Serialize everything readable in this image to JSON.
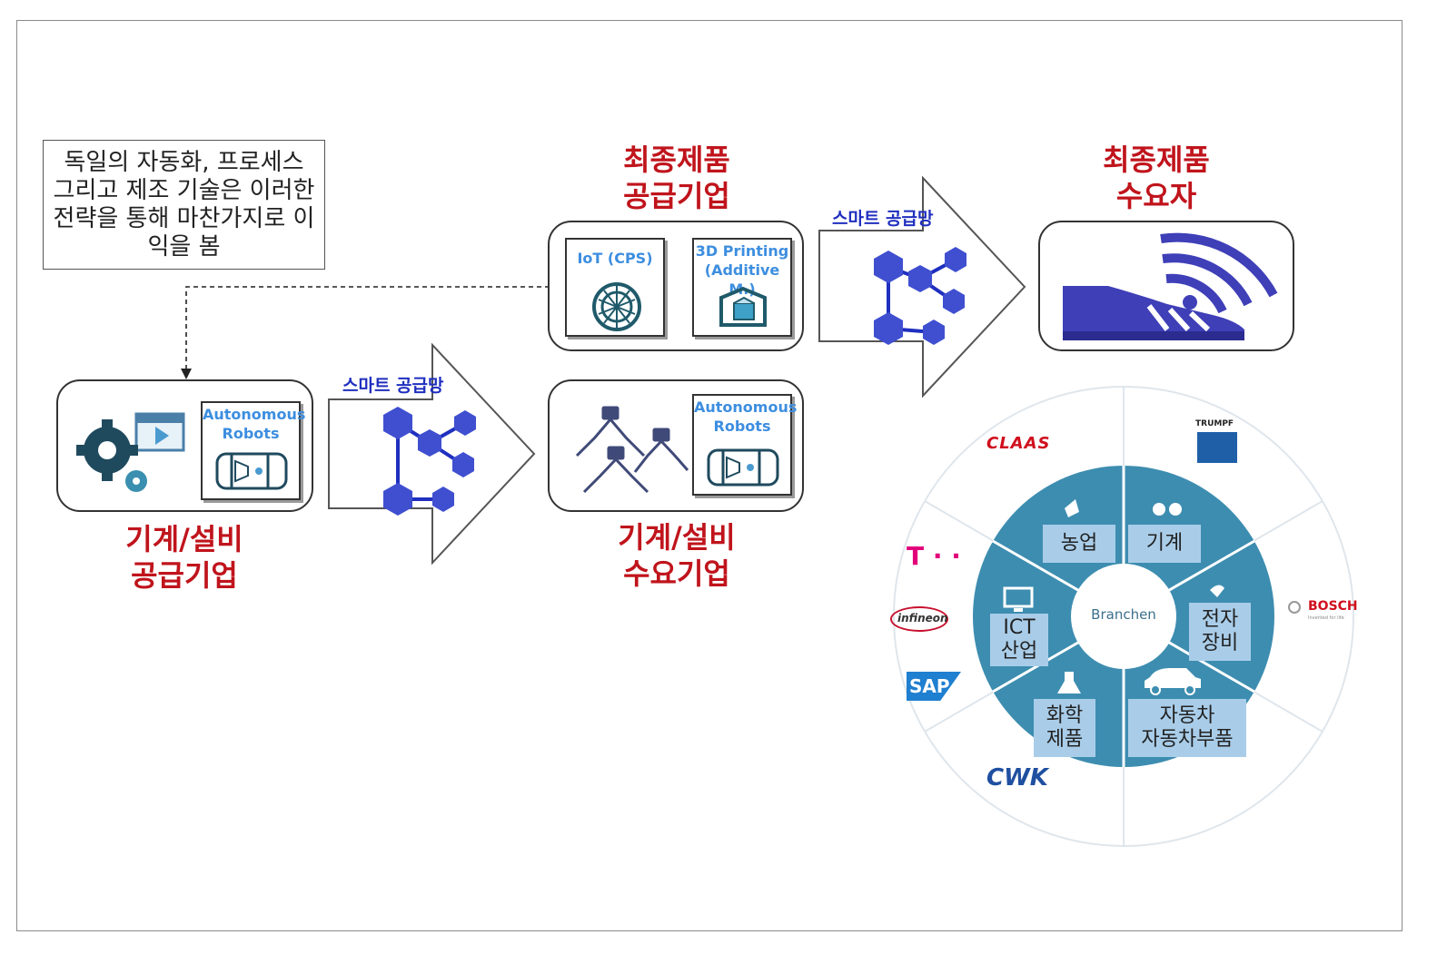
{
  "note": {
    "text": "독일의 자동화, 프로세스 그리고 제조 기술은 이러한 전략을 통해 마찬가지로 이익을 봄"
  },
  "labels": {
    "end_supplier": [
      "최종제품",
      "공급기업"
    ],
    "end_consumer": [
      "최종제품",
      "수요자"
    ],
    "machine_supplier": [
      "기계/설비",
      "공급기업"
    ],
    "machine_consumer": [
      "기계/설비",
      "수요기업"
    ],
    "smart_supply_top": "스마트 공급망",
    "smart_supply_bottom": "스마트 공급망"
  },
  "panels": {
    "iot": "IoT (CPS)",
    "printing": [
      "3D Printing",
      "(Additive M.)"
    ],
    "robots_left": [
      "Autonomous",
      "Robots"
    ],
    "robots_right": [
      "Autonomous",
      "Robots"
    ]
  },
  "wheel": {
    "center": "Branchen",
    "segments": {
      "agri": "농업",
      "machine": "기계",
      "elec": [
        "전자",
        "장비"
      ],
      "auto": [
        "자동차",
        "자동차부품"
      ],
      "chem": [
        "화학",
        "제품"
      ],
      "ict": [
        "ICT",
        "산업"
      ]
    },
    "logos": {
      "claas": "CLAAS",
      "trumpf": "TRUMPF",
      "telekom": "T · ·",
      "infineon": "infineon",
      "sap": "SAP",
      "bosch": "BOSCH",
      "bosch_sub": "Invented for life",
      "cwk": "CWK"
    }
  },
  "colors": {
    "red": "#c0141c",
    "blue": "#1f2fbf",
    "teal": "#3d8db0",
    "light_blue": "#a9cde9"
  }
}
